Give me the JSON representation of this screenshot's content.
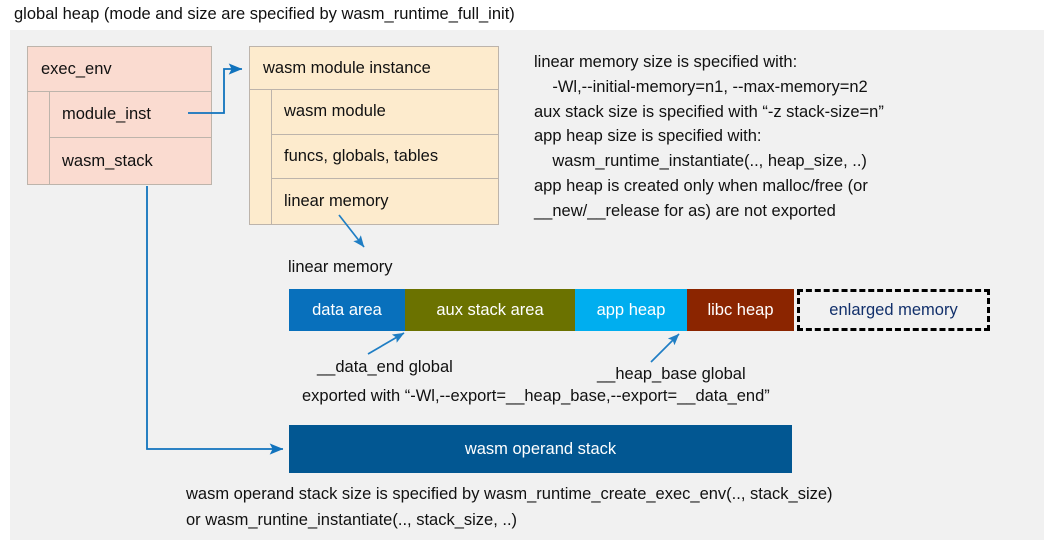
{
  "title": "global heap (mode and size are specified by wasm_runtime_full_init)",
  "colors": {
    "panel_bg": "#f1f1f1",
    "exec_env_fill": "#fadbd0",
    "module_inst_fill": "#fdebcd",
    "box_border": "#bdb4ab",
    "connector": "#1173bd",
    "data_area": "#0870bc",
    "aux_stack_area": "#6b7200",
    "app_heap": "#00aeef",
    "libc_heap": "#8b2500",
    "enlarged_memory_text": "#12306b",
    "operand_stack": "#025792"
  },
  "exec_env_box": {
    "header": "exec_env",
    "rows": [
      "module_inst",
      "wasm_stack"
    ]
  },
  "module_instance_box": {
    "header": "wasm module instance",
    "rows": [
      "wasm module",
      "funcs, globals, tables",
      "linear memory"
    ]
  },
  "notes": "linear memory size is specified with:\n    -Wl,--initial-memory=n1, --max-memory=n2\naux stack size is specified with “-z stack-size=n”\napp heap size is specified with:\n    wasm_runtime_instantiate(.., heap_size, ..)\napp heap is created only when malloc/free (or\n__new/__release for as) are not exported",
  "linear_memory": {
    "label": "linear memory",
    "segments": [
      {
        "label": "data area",
        "width": 116,
        "color": "#0870bc",
        "style": "solid"
      },
      {
        "label": "aux stack area",
        "width": 170,
        "color": "#6b7200",
        "style": "solid"
      },
      {
        "label": "app heap",
        "width": 112,
        "color": "#00aeef",
        "style": "solid"
      },
      {
        "label": "libc heap",
        "width": 107,
        "color": "#8b2500",
        "style": "solid"
      },
      {
        "label": "enlarged memory",
        "width": 193,
        "color": "#f1f1f1",
        "style": "dashed"
      }
    ]
  },
  "annotations": {
    "data_end": "__data_end global",
    "heap_base": "__heap_base global",
    "exported": "exported with “-Wl,--export=__heap_base,--export=__data_end”"
  },
  "operand_stack": {
    "label": "wasm operand stack"
  },
  "bottom_notes": "wasm operand stack size is specified by wasm_runtime_create_exec_env(.., stack_size)\nor wasm_runtine_instantiate(.., stack_size, ..)"
}
